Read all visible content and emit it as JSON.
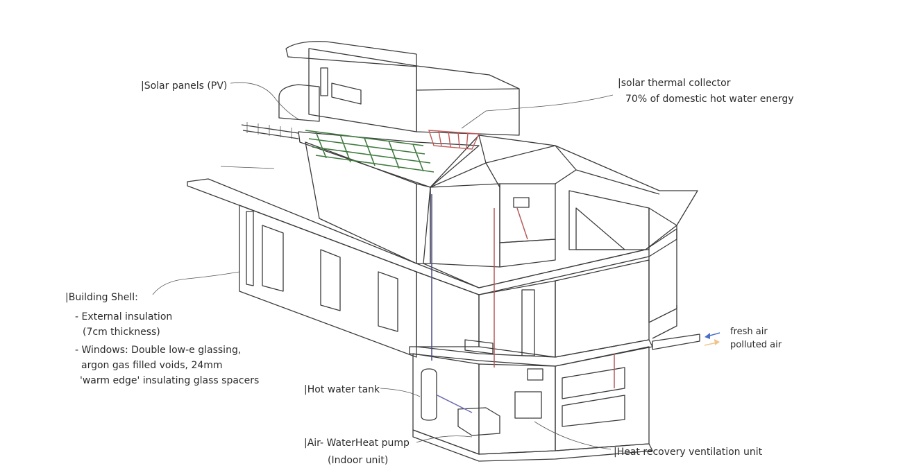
{
  "labels": {
    "solar_pv": "|Solar panels (PV)",
    "solar_thermal": "|solar  thermal collector",
    "solar_thermal_note": "70% of domestic hot water energy",
    "building_shell": "|Building Shell:",
    "shell_insulation_1": "- External insulation",
    "shell_insulation_2": "(7cm thickness)",
    "shell_windows_1": "- Windows: Double low-e glassing,",
    "shell_windows_2": "argon gas filled voids, 24mm",
    "shell_windows_3": "'warm edge' insulating glass spacers",
    "hot_water_tank": "|Hot water tank",
    "heat_pump_1": "|Air- WaterHeat pump",
    "heat_pump_2": "(Indoor unit)",
    "hrv_unit": "|Heat recovery ventilation unit",
    "fresh_air": "fresh air",
    "polluted_air": "polluted air"
  },
  "colors": {
    "pv_panels": "#3f7a3f",
    "thermal_collector": "#c25a5a",
    "fresh_air_arrow": "#4a6fc8",
    "polluted_air_arrow": "#f0c48a",
    "hatch": "#8a8a8a"
  }
}
